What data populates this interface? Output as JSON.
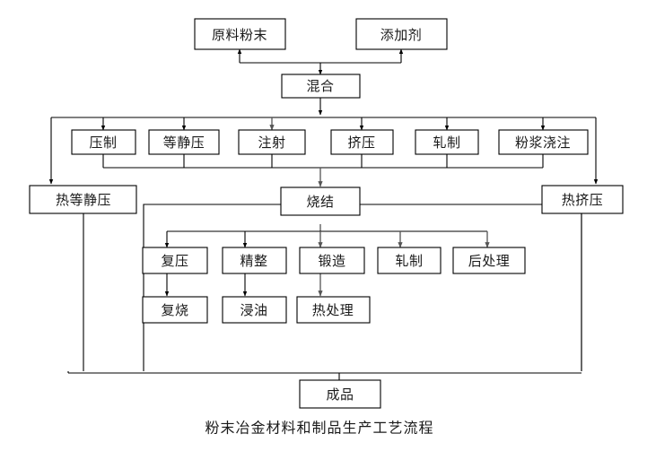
{
  "diagram": {
    "caption": "粉末冶金材料和制品生产工艺流程",
    "nodes": {
      "raw_powder": {
        "label": "原料粉末"
      },
      "additive": {
        "label": "添加剂"
      },
      "mixing": {
        "label": "混合"
      },
      "pressing": {
        "label": "压制"
      },
      "isostatic": {
        "label": "等静压"
      },
      "injection": {
        "label": "注射"
      },
      "extrusion": {
        "label": "挤压"
      },
      "rolling": {
        "label": "轧制"
      },
      "slurry_casting": {
        "label": "粉浆浇注"
      },
      "hot_isostatic": {
        "label": "热等静压"
      },
      "sintering": {
        "label": "烧结"
      },
      "hot_extrusion": {
        "label": "热挤压"
      },
      "repressing": {
        "label": "复压"
      },
      "sizing": {
        "label": "精整"
      },
      "forging": {
        "label": "锻造"
      },
      "rolling2": {
        "label": "轧制"
      },
      "post_treatment": {
        "label": "后处理"
      },
      "resintering": {
        "label": "复烧"
      },
      "oil_impregnation": {
        "label": "浸油"
      },
      "heat_treatment": {
        "label": "热处理"
      },
      "finished_product": {
        "label": "成品"
      }
    },
    "colors": {
      "line": "#000000",
      "line_gray": "#555555",
      "box_fill": "#ffffff",
      "text": "#1a1a1a",
      "background": "#ffffff"
    }
  }
}
